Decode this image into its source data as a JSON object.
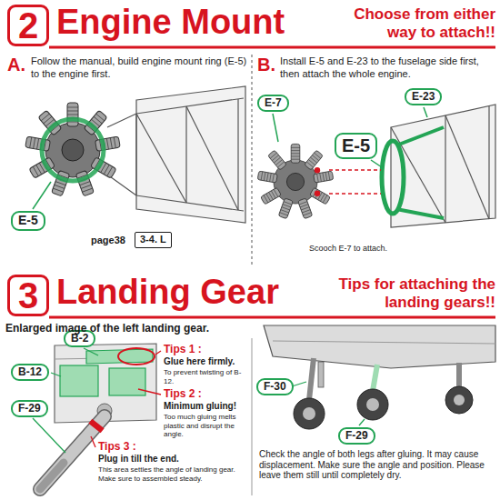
{
  "diagram": {
    "nodes": [
      {
        "text": [
          "2"
        ]
      },
      {
        "text": [
          "E-5"
        ]
      },
      {
        "text": [
          "3-4. L"
        ]
      },
      {
        "text": [
          "E-7"
        ]
      },
      {
        "text": [
          "E-5"
        ]
      },
      {
        "text": [
          "E-23"
        ]
      },
      {
        "text": [
          "3"
        ]
      },
      {
        "text": [
          "B-2"
        ]
      },
      {
        "text": [
          "B-12"
        ]
      },
      {
        "text": [
          "F-29"
        ]
      },
      {
        "text": [
          "F-30"
        ]
      },
      {
        "text": [
          "F-29"
        ]
      }
    ],
    "labels": [
      "Engine Mount",
      "Choose from either way to attach!!",
      "A.",
      "Follow the manual, build engine mount ring (E-5) to the engine first.",
      "page38",
      "B.",
      "Install E-5 and E-23 to the fuselage side first, then attach the whole engine.",
      "Scooch E-7 to attach.",
      "Landing Gear",
      "Tips for attaching the landing gears!!",
      "Enlarged image of the left landing gear.",
      "Tips 1 :",
      "Glue here firmly.",
      "To prevent twisting of B-12.",
      "Tips 2 :",
      "Minimum gluing!",
      "Too much gluing melts plastic and disrupt the angle.",
      "Tips 3 :",
      "Plug in till the end.",
      "This area settles the angle of landing gear. Make sure to assembled steady.",
      "Check the angle of both legs after gluing. It may cause displacement. Make sure the angle and position. Please leave them still until completely dry."
    ]
  }
}
